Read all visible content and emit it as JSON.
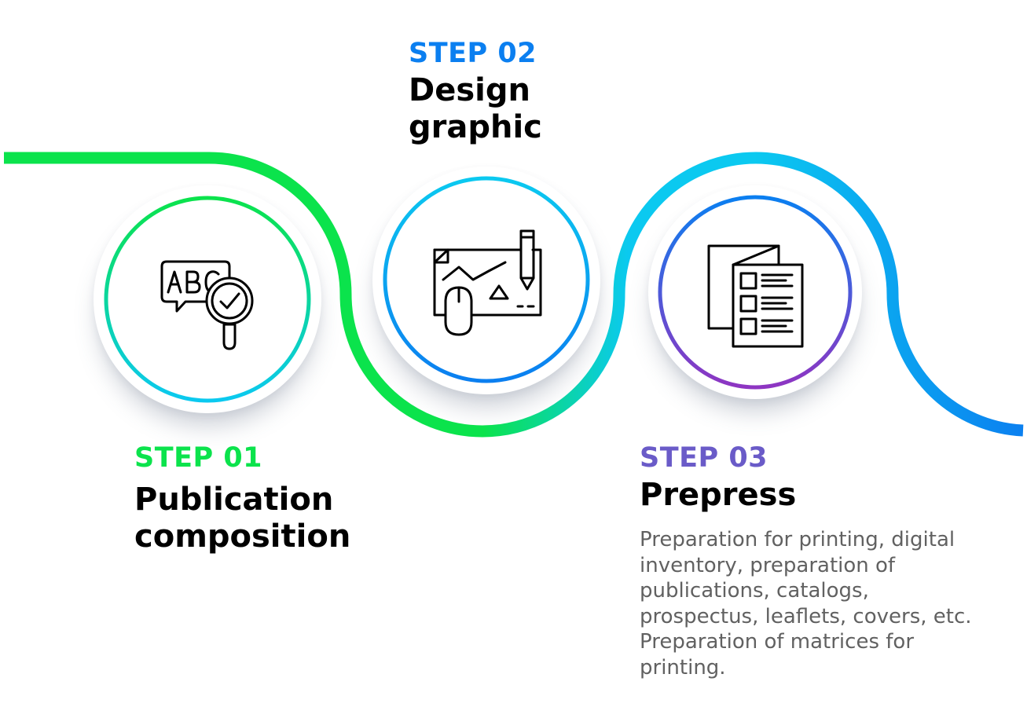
{
  "colors": {
    "green": "#0be34c",
    "cyan": "#0bc9f0",
    "blue": "#0b7ff0",
    "purple": "#8e35c2",
    "indigo": "#6a5bc8",
    "text": "#000000",
    "muted": "#616161"
  },
  "steps": [
    {
      "label": "STEP 01",
      "title_lines": [
        "Publication",
        "composition"
      ],
      "icon": "abc-magnifier-check-icon",
      "label_color": "#0be34c"
    },
    {
      "label": "STEP 02",
      "title_lines": [
        "Design",
        "graphic"
      ],
      "icon": "drawing-board-pencil-mouse-icon",
      "label_color": "#0b7ff0"
    },
    {
      "label": "STEP 03",
      "title_lines": [
        "Prepress"
      ],
      "description_lines": [
        "Preparation for printing, digital",
        "inventory, preparation of",
        "publications, catalogs,",
        "prospectus, leaflets, covers, etc.",
        "Preparation of matrices for",
        "printing."
      ],
      "icon": "folded-brochure-checklist-icon",
      "label_color": "#6a5bc8"
    }
  ]
}
